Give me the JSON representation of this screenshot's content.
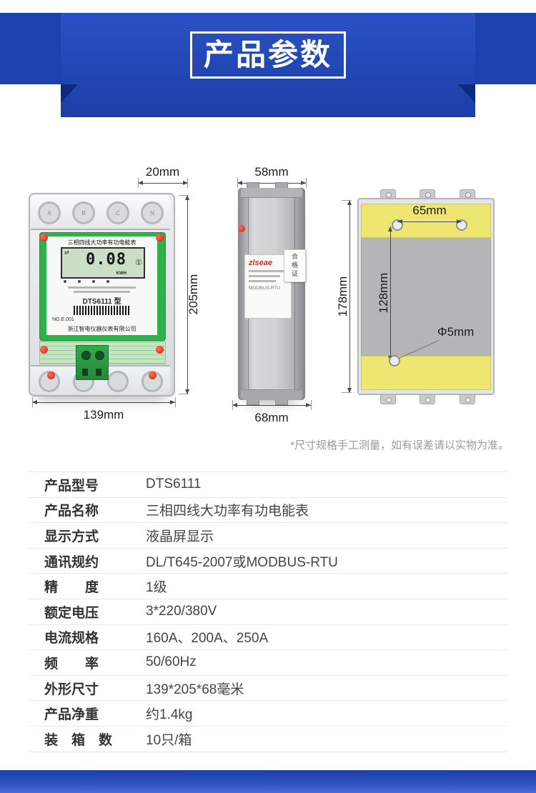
{
  "header": {
    "title": "产品参数"
  },
  "icons": {
    "lcd_arrows": "⇄",
    "lcd_badge": "①"
  },
  "diagram": {
    "front": {
      "dim_top": "20mm",
      "dim_side": "205mm",
      "dim_bottom": "139mm",
      "terminals": [
        "A",
        "B",
        "C",
        "N"
      ],
      "title": "三相四线大功率有功电能表",
      "lcd_value": "0.08",
      "lcd_unit": "KWH",
      "model": "DTS6111 型",
      "serial": "NO.E.001",
      "company": "浙江智电仪器仪表有限公司"
    },
    "side": {
      "dim_top": "58mm",
      "dim_bottom": "68mm",
      "brand": "zlseae",
      "cert": "合格证",
      "protocol": "MODBUS-RTU"
    },
    "back": {
      "dim_holes": "65mm",
      "dim_inner": "128mm",
      "dim_height": "178mm",
      "dim_hole_dia": "Φ5mm"
    },
    "note": "*尺寸规格手工测量，如有误差请以实物为准。"
  },
  "table": {
    "rows": [
      {
        "label": "产品型号",
        "value": "DTS6111"
      },
      {
        "label": "产品名称",
        "value": "三相四线大功率有功电能表"
      },
      {
        "label": "显示方式",
        "value": "液晶屏显示"
      },
      {
        "label": "通讯规约",
        "value": "DL/T645-2007或MODBUS-RTU"
      },
      {
        "label": "精　　度",
        "value": "1级"
      },
      {
        "label": "额定电压",
        "value": "3*220/380V"
      },
      {
        "label": "电流规格",
        "value": "160A、200A、250A"
      },
      {
        "label": "频　　率",
        "value": "50/60Hz"
      },
      {
        "label": "外形尺寸",
        "value": "139*205*68毫米"
      },
      {
        "label": "产品净重",
        "value": "约1.4kg"
      },
      {
        "label": "装　箱　数",
        "value": "10只/箱"
      }
    ]
  }
}
